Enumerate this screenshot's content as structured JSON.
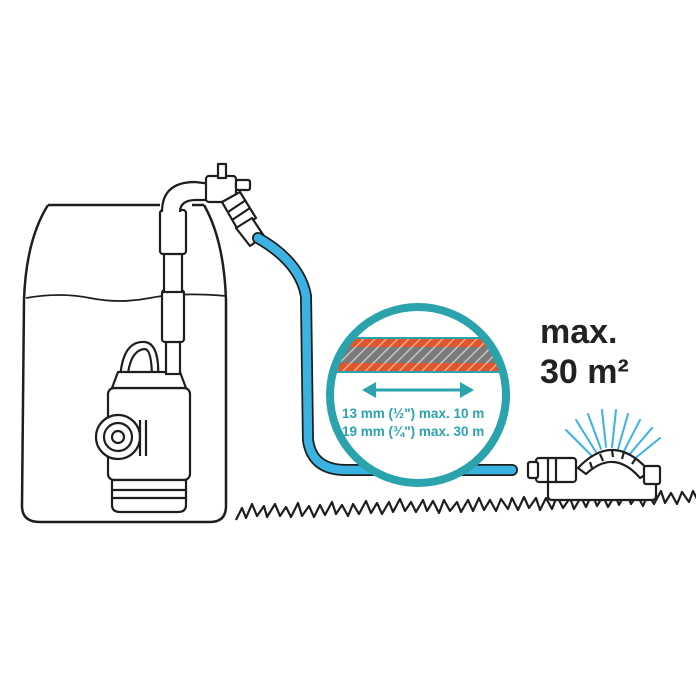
{
  "area": {
    "line1": "max.",
    "line2": "30 m²"
  },
  "hose_specs": [
    "13 mm (½\") max. 10 m",
    "19 mm (¾\") max. 30 m"
  ],
  "colors": {
    "hose": "#3ab3e3",
    "hose_accent": "#2aa3ad",
    "hose_orange": "#e0552b",
    "outline": "#1e1e1e",
    "text": "#222222"
  }
}
